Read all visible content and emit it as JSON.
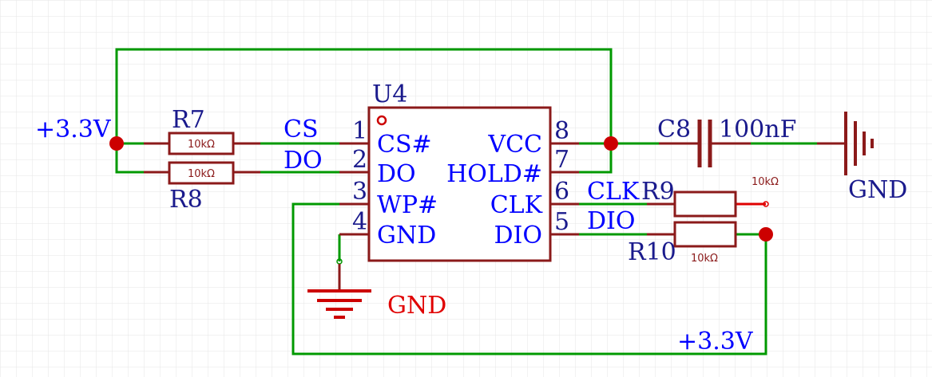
{
  "chip": {
    "ref": "U4",
    "pins": [
      {
        "num": "1",
        "name": "CS#"
      },
      {
        "num": "2",
        "name": "DO"
      },
      {
        "num": "3",
        "name": "WP#"
      },
      {
        "num": "4",
        "name": "GND"
      },
      {
        "num": "8",
        "name": "VCC"
      },
      {
        "num": "7",
        "name": "HOLD#"
      },
      {
        "num": "6",
        "name": "CLK"
      },
      {
        "num": "5",
        "name": "DIO"
      }
    ]
  },
  "nets": {
    "cs": "CS",
    "do": "DO",
    "clk": "CLK",
    "dio": "DIO",
    "vcc_left": "+3.3V",
    "vcc_bottom": "+3.3V",
    "gnd_left": "GND",
    "gnd_right": "GND"
  },
  "components": {
    "r7": {
      "ref": "R7",
      "value": "10kΩ"
    },
    "r8": {
      "ref": "R8",
      "value": "10kΩ"
    },
    "r9": {
      "ref": "R9",
      "value": "10kΩ"
    },
    "r10": {
      "ref": "R10",
      "value": "10kΩ"
    },
    "c8": {
      "ref": "C8",
      "value": "100nF"
    }
  },
  "colors": {
    "wire": "#009900",
    "component": "#8b1a1a",
    "label": "#0000ff",
    "ground_label": "#e00000",
    "junction": "#cc0000",
    "grid": "#e6e6e6"
  }
}
